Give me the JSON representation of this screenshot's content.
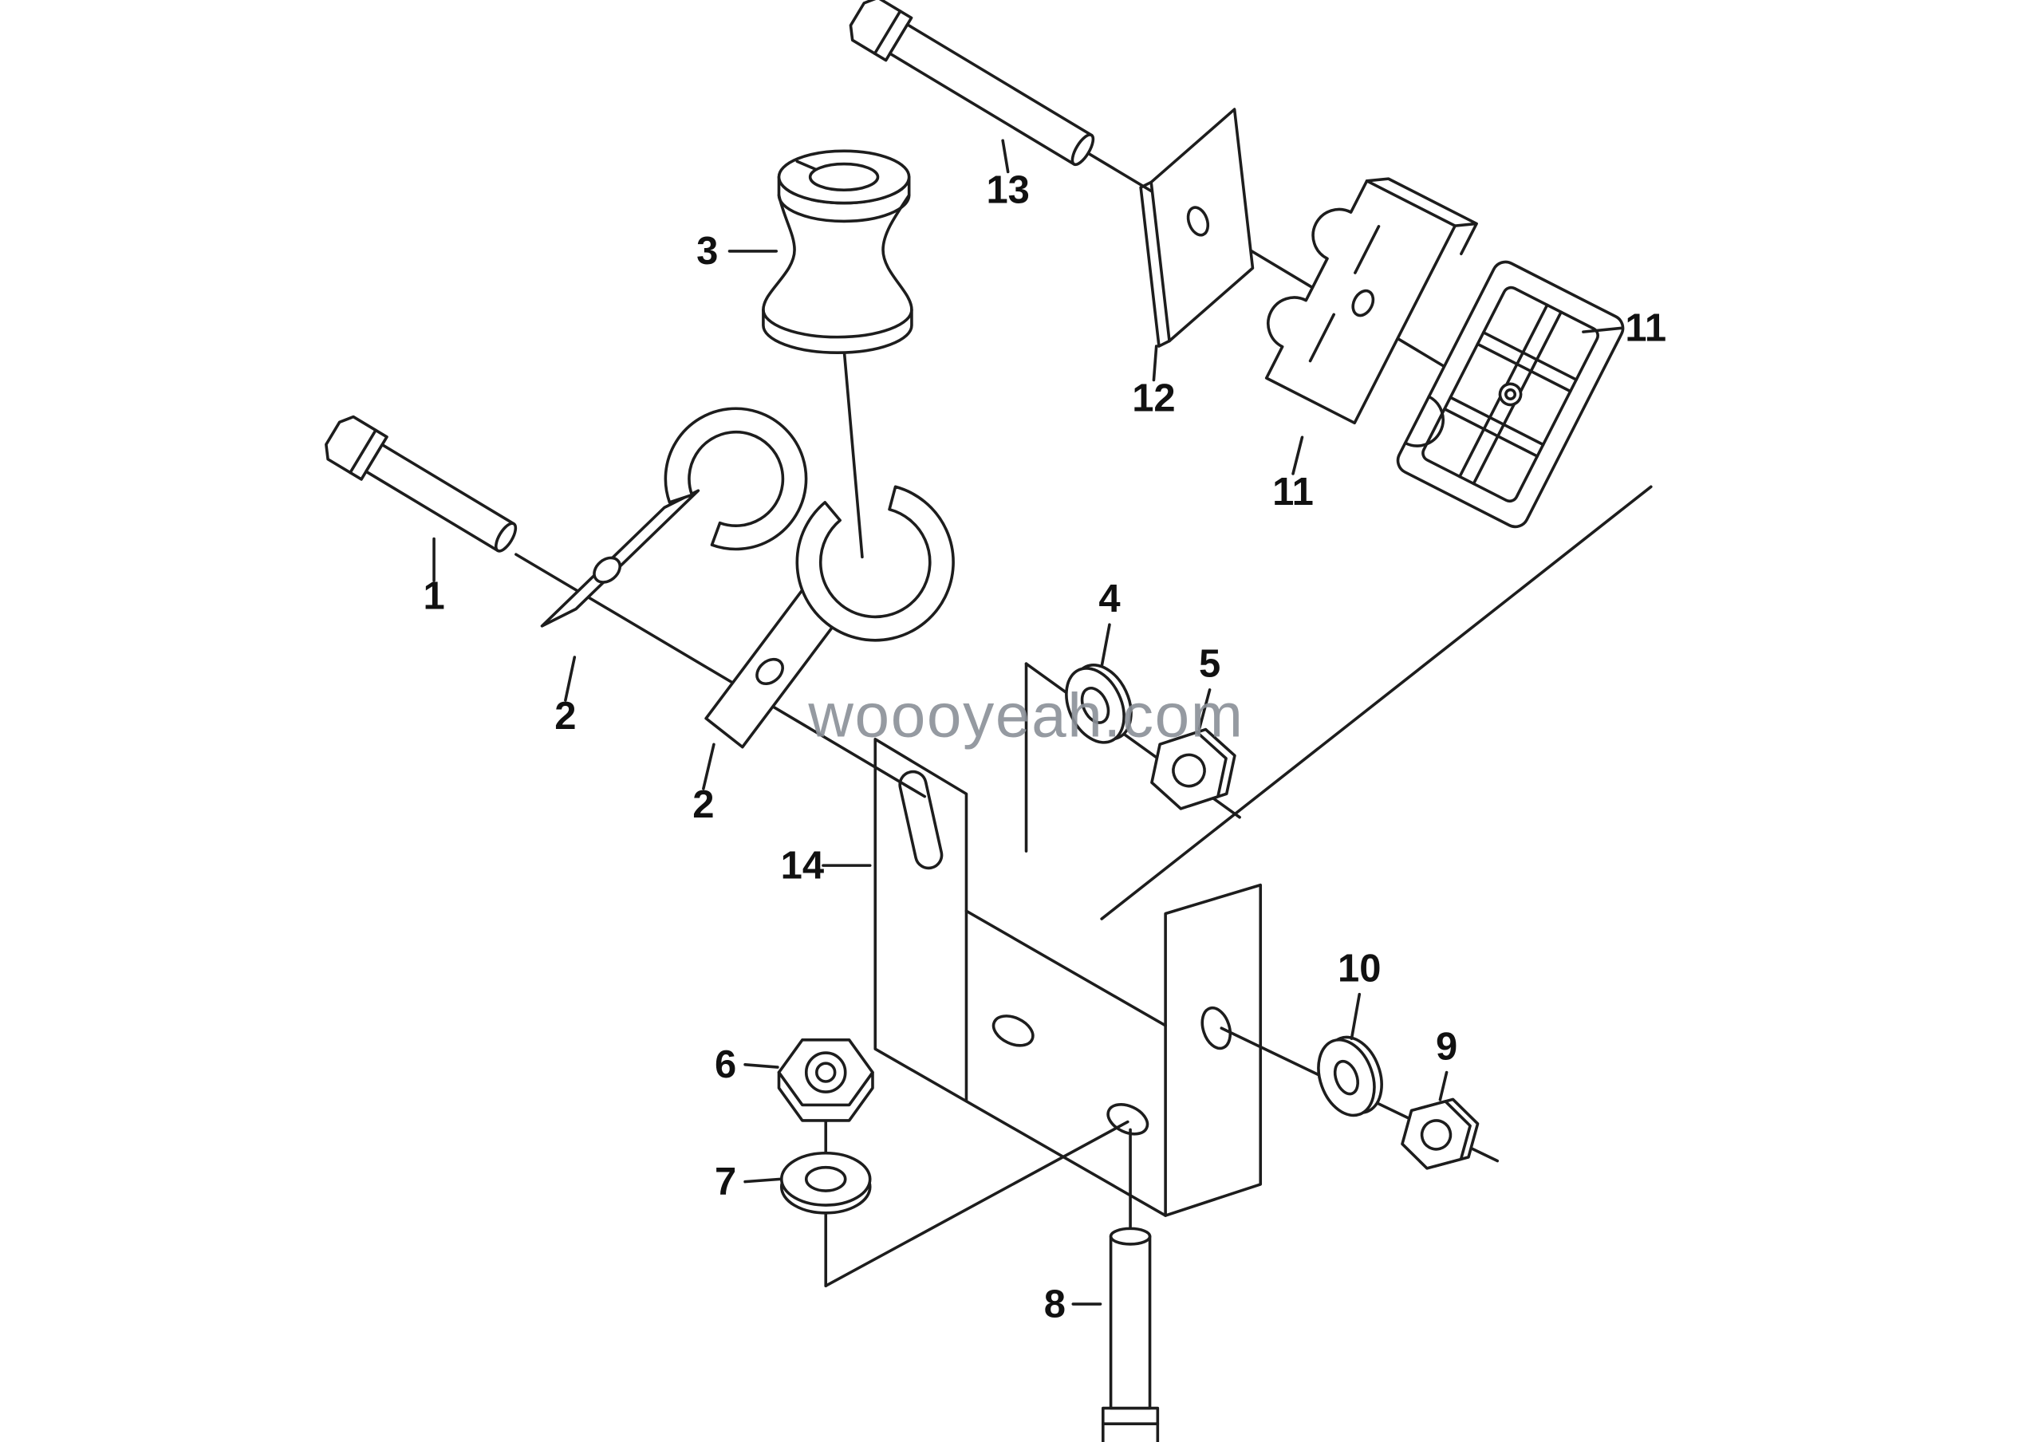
{
  "diagram": {
    "type": "exploded-parts-diagram",
    "background": "#ffffff",
    "line_color": "#1d1d1d",
    "watermark": "woooyeah.com",
    "watermark_color": "#8a9097",
    "callouts": {
      "p1": "1",
      "p2a": "2",
      "p2b": "2",
      "p3": "3",
      "p4": "4",
      "p5": "5",
      "p6": "6",
      "p7": "7",
      "p8": "8",
      "p9": "9",
      "p10": "10",
      "p11a": "11",
      "p11b": "11",
      "p12": "12",
      "p13": "13",
      "p14": "14"
    }
  }
}
